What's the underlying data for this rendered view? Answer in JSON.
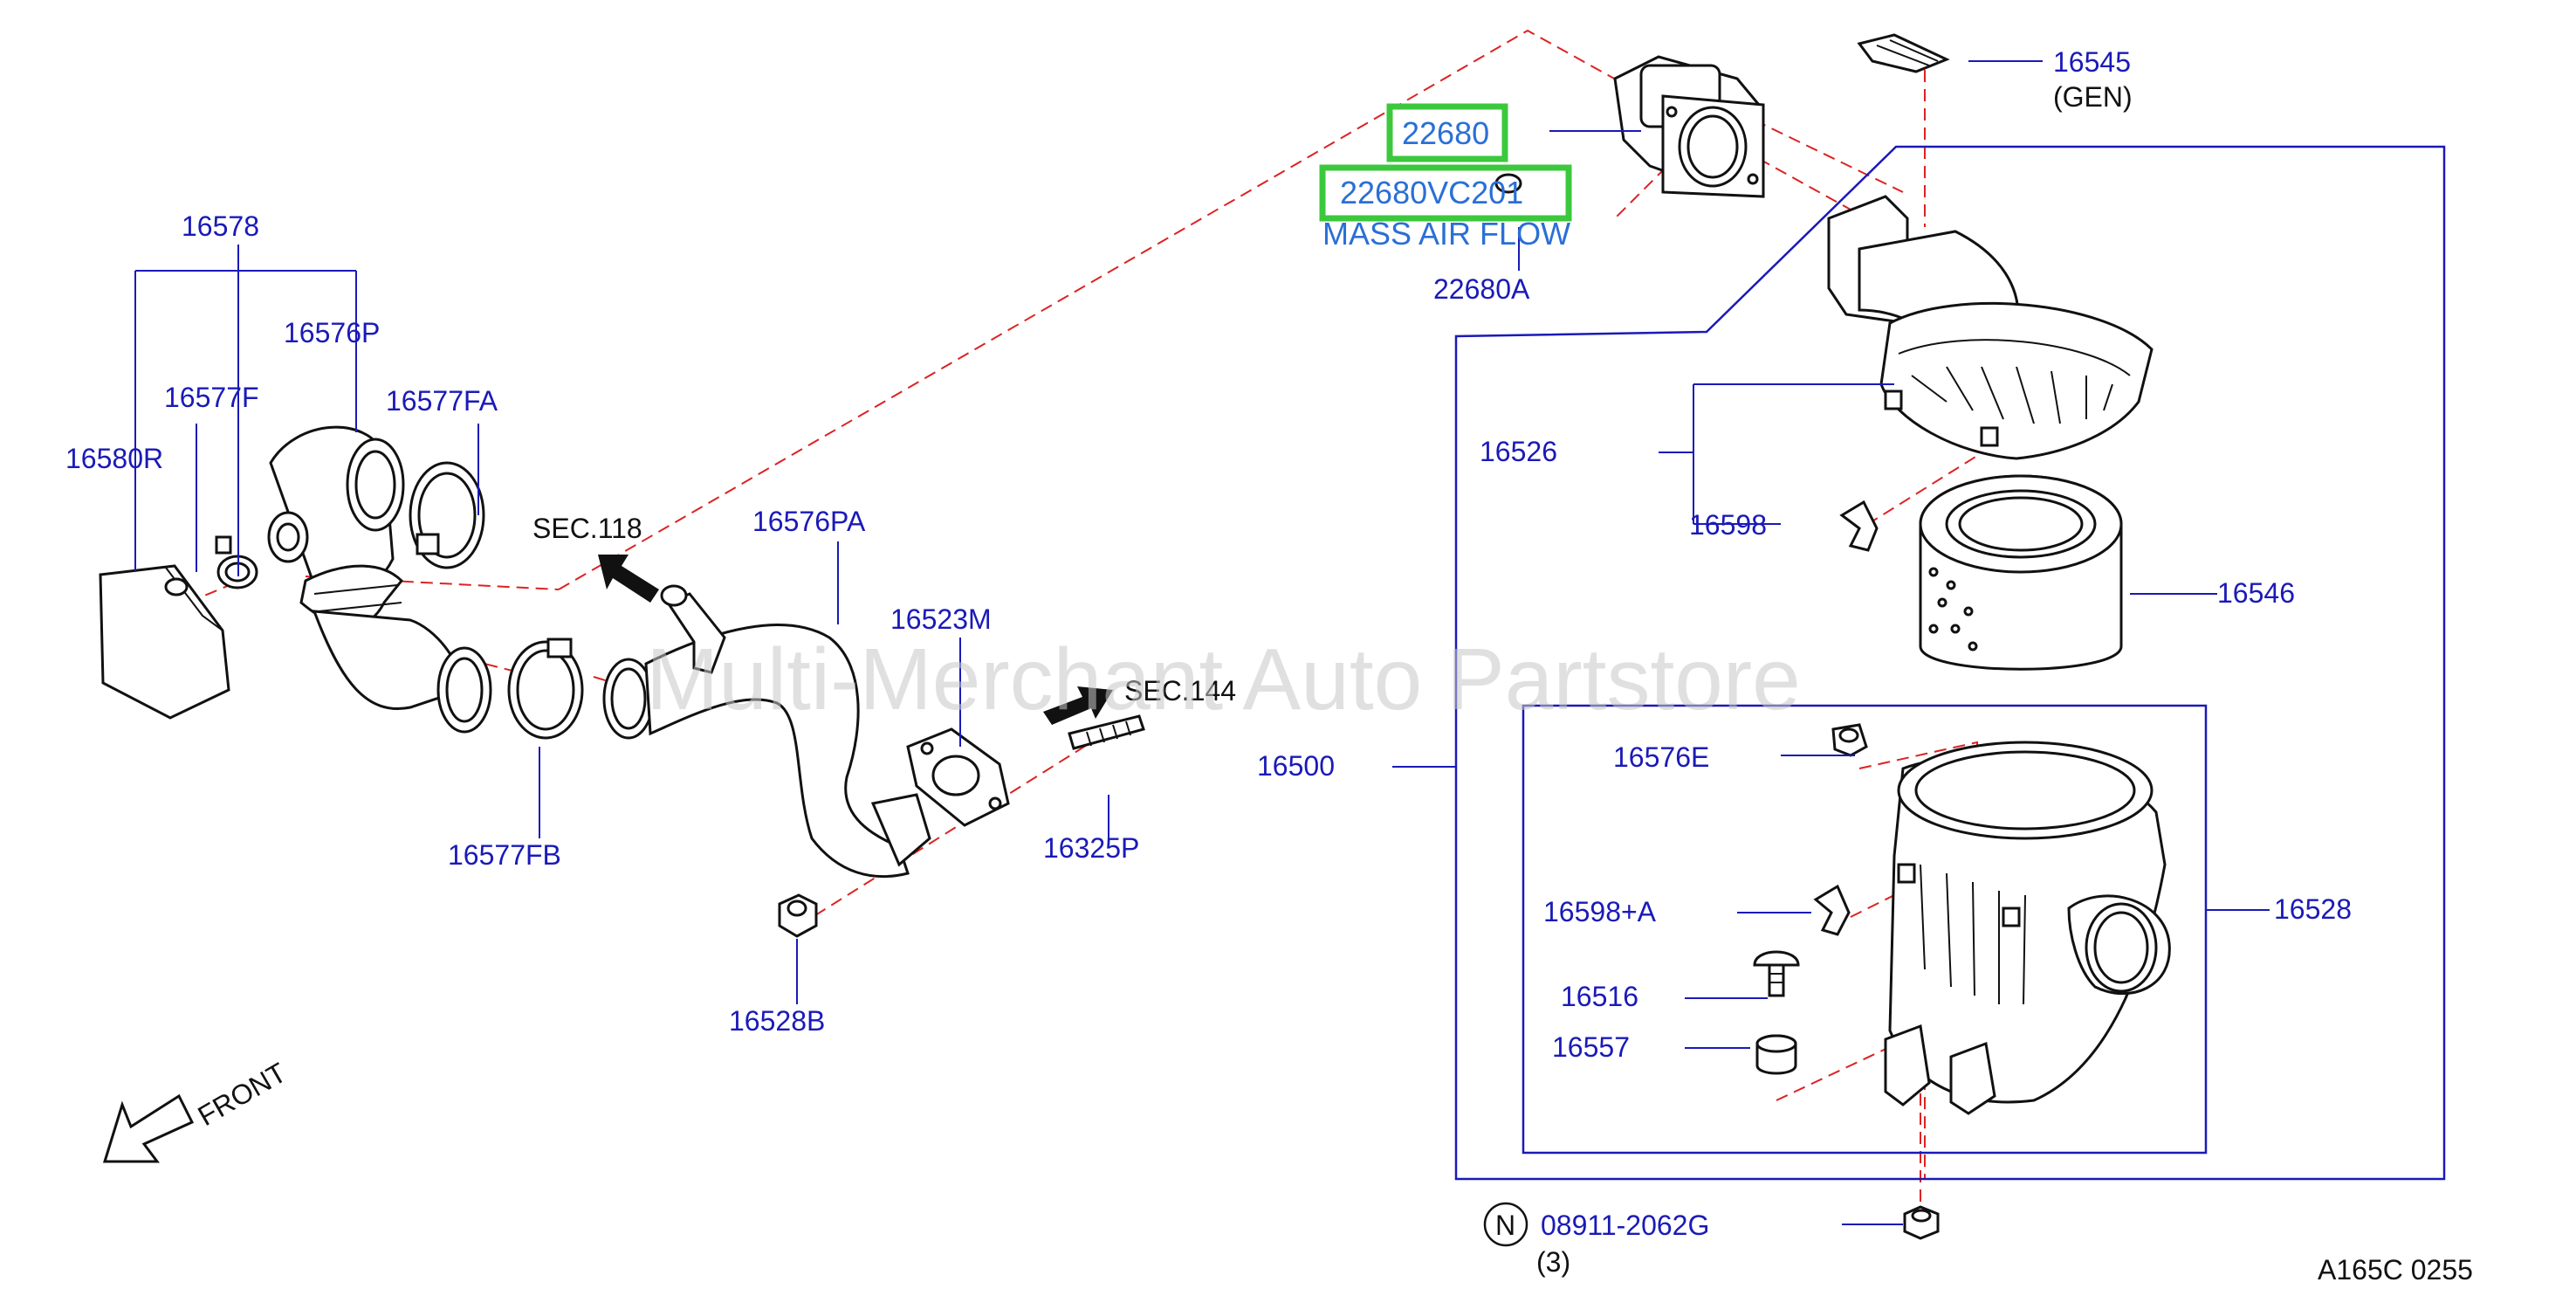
{
  "labels": {
    "p16578": "16578",
    "p16576P": "16576P",
    "p16577F": "16577F",
    "p16577FA": "16577FA",
    "p16580R": "16580R",
    "sec118": "SEC.118",
    "p16576PA": "16576PA",
    "p16523M": "16523M",
    "sec144": "SEC.144",
    "p16577FB": "16577FB",
    "p16325P": "16325P",
    "p16528B": "16528B",
    "front": "FRONT",
    "p22680": "22680",
    "p22680VC201": "22680VC201",
    "mass_air_flow": "MASS AIR FLOW",
    "p22680A": "22680A",
    "p16545": "16545",
    "gen": "(GEN)",
    "p16526": "16526",
    "p16598": "16598",
    "p16546": "16546",
    "p16500": "16500",
    "p16576E": "16576E",
    "p16528": "16528",
    "p16598A": "16598+A",
    "p16516": "16516",
    "p16557": "16557",
    "n_mark": "N",
    "p08911": "08911-2062G",
    "qty3": "(3)",
    "ref_code": "A165C   0255"
  },
  "watermark": "Multi-Merchant Auto Partstore",
  "colors": {
    "label": "#1a1ab8",
    "maf_label": "#2a6fd6",
    "highlight": "#3cc83c",
    "dash": "#dd2222"
  }
}
